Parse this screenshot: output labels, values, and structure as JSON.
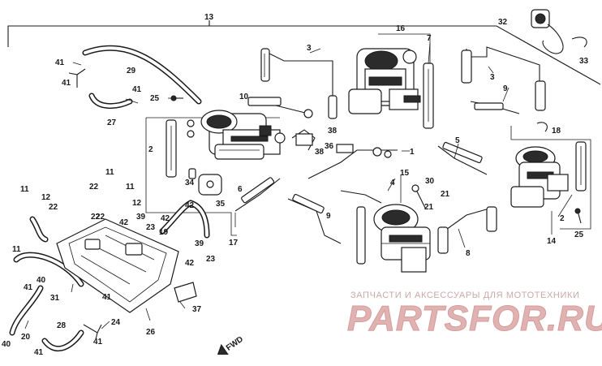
{
  "labels": {
    "l13": "13",
    "l16": "16",
    "l7": "7",
    "l32": "32",
    "l33": "33",
    "l3a": "3",
    "l3b": "3",
    "l41a": "41",
    "l29": "29",
    "l41b": "41",
    "l25a": "25",
    "l41c": "41",
    "l27": "27",
    "l10": "10",
    "l9a": "9",
    "l18": "18",
    "l2a": "2",
    "l38a": "38",
    "l38b": "38",
    "l1": "1",
    "l5": "5",
    "l15": "15",
    "l4": "4",
    "l36": "36",
    "l11a": "11",
    "l11b": "11",
    "l34": "34",
    "l22a": "22",
    "l12a": "12",
    "l35": "35",
    "l6": "6",
    "l30": "30",
    "l21a": "21",
    "l21b": "21",
    "l11c": "11",
    "l12b": "12",
    "l22b": "22",
    "l42a": "42",
    "l42b": "42",
    "l39a": "39",
    "l42c": "42",
    "l9b": "9",
    "l23a": "23",
    "l22c": "22",
    "l19": "19",
    "l39b": "39",
    "l42d": "42",
    "l23b": "23",
    "l17": "17",
    "l8": "8",
    "l14": "14",
    "l2b": "2",
    "l25b": "25",
    "l11d": "11",
    "l31": "31",
    "l41d": "41",
    "l40a": "40",
    "l41e": "41",
    "l37": "37",
    "l24": "24",
    "l28": "28",
    "l26": "26",
    "l20": "20",
    "l40b": "40",
    "l41f": "41",
    "l41g": "41",
    "l22d": "22",
    "fwd": "FWD"
  },
  "watermark": {
    "line": "ЗАПЧАСТИ И АКСЕССУАРЫ ДЛЯ МОТОТЕХНИКИ",
    "brand": "PARTSFOR.RU"
  }
}
